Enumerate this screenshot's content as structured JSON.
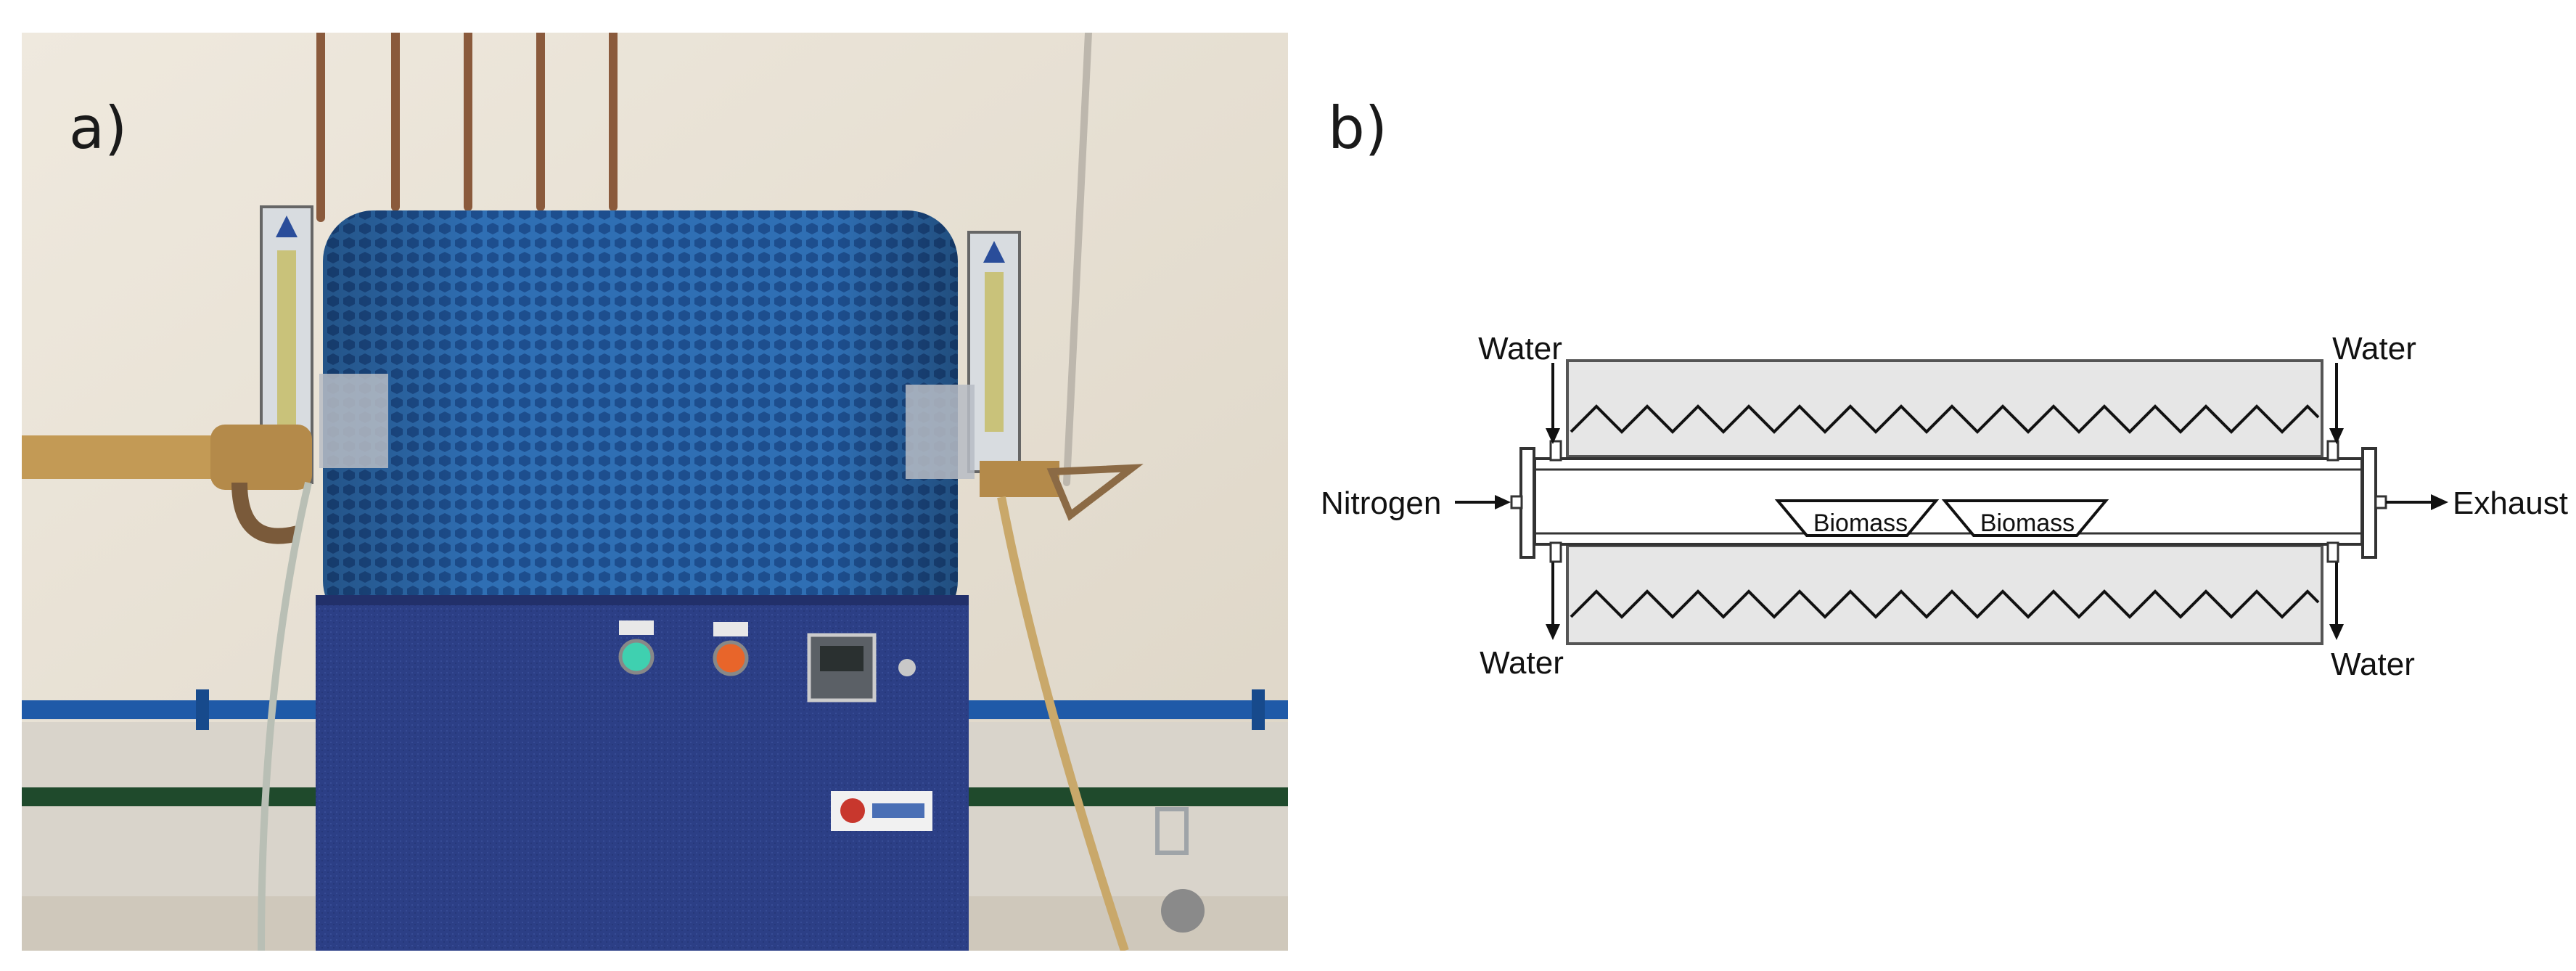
{
  "panels": {
    "a": {
      "label": "a)"
    },
    "b": {
      "label": "b)"
    }
  },
  "diagram": {
    "labels": {
      "water_top_left": "Water",
      "water_top_right": "Water",
      "water_bottom_left": "Water",
      "water_bottom_right": "Water",
      "nitrogen": "Nitrogen",
      "exhaust": "Exhaust",
      "biomass_1": "Biomass",
      "biomass_2": "Biomass"
    }
  },
  "colors": {
    "furnace_blue": "#2f6fb4",
    "cabinet_blue": "#2c3f86",
    "wall": "#e8e2d6",
    "pipe_blue": "#1f5aa8",
    "jacket_fill": "#e6e6e6"
  }
}
